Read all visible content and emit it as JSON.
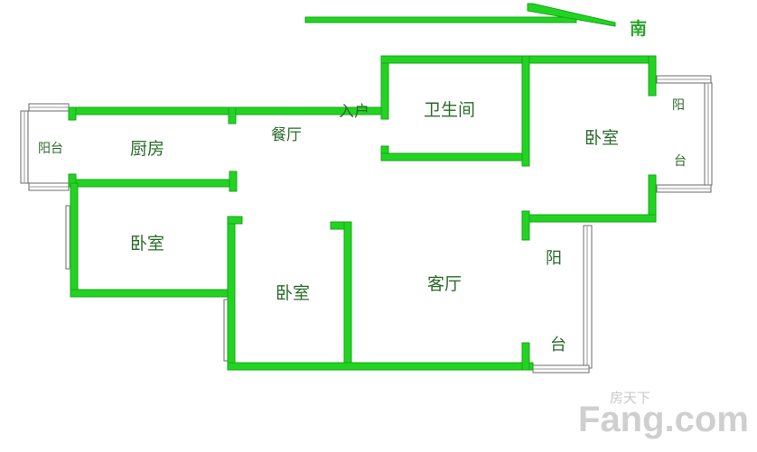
{
  "compass": {
    "direction_label": "南"
  },
  "rooms": {
    "entrance": "入户",
    "bathroom": "卫生间",
    "bedroom_east": "卧室",
    "balcony_east_1": "阳",
    "balcony_east_2": "台",
    "balcony_west": "阳台",
    "kitchen": "厨房",
    "dining": "餐厅",
    "bedroom_west": "卧室",
    "bedroom_middle": "卧室",
    "living": "客厅",
    "balcony_south_1": "阳",
    "balcony_south_2": "台"
  },
  "watermark": {
    "brand_cn": "房天下",
    "brand_en": "Fang.com"
  },
  "colors": {
    "wall": "#22d422",
    "text": "#2b6b2b",
    "compass": "#2aa52a"
  }
}
